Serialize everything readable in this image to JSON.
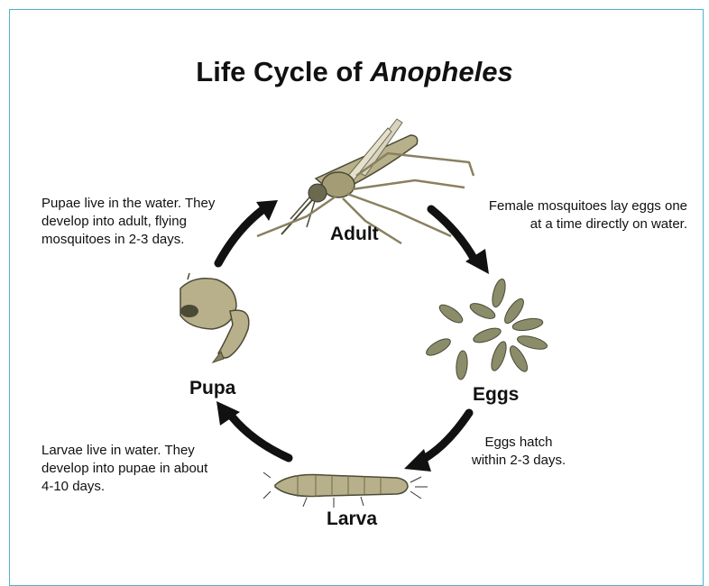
{
  "title": {
    "prefix": "Life Cycle of ",
    "genus": "Anopheles"
  },
  "stages": {
    "adult": "Adult",
    "eggs": "Eggs",
    "larva": "Larva",
    "pupa": "Pupa"
  },
  "notes": {
    "adult_to_eggs": [
      "Female mosquitoes lay eggs one",
      "at a time directly on water."
    ],
    "eggs_to_larva": [
      "Eggs hatch",
      "within 2-3 days."
    ],
    "larva_to_pupa": [
      "Larvae live in water. They",
      "develop into pupae in about",
      "4-10 days."
    ],
    "pupa_to_adult": [
      "Pupae live in the water. They",
      "develop into adult, flying",
      "mosquitoes in 2-3 days."
    ]
  },
  "colors": {
    "frame": "#4fb3c9",
    "arrow": "#111111",
    "insect_body": "#b8b08a",
    "insect_dark": "#6b6a4e",
    "egg": "#8a8c6a"
  }
}
